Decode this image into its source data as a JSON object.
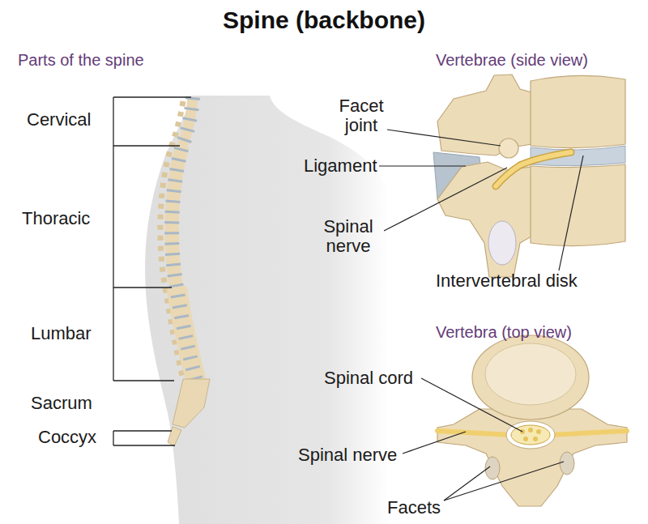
{
  "diagram": {
    "title": "Spine (backbone)",
    "labels": [
      "Parts of the spine",
      "Cervical",
      "Thoracic",
      "Lumbar",
      "Sacrum",
      "Coccyx",
      "Vertebrae (side view)",
      "Facet joint",
      "Ligament",
      "Spinal nerve",
      "Intervertebral disk",
      "Vertebra (top view)",
      "Spinal cord",
      "Spinal nerve",
      "Facets"
    ]
  }
}
